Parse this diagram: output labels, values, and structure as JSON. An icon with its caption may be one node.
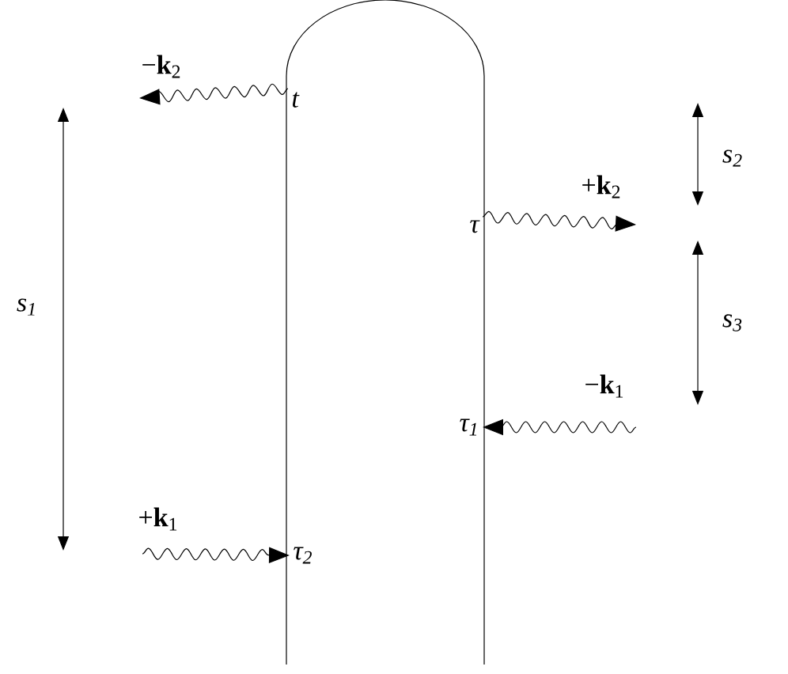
{
  "diagram": {
    "nodes": [
      {
        "text": [
          "t"
        ]
      },
      {
        "text": [
          "τ"
        ]
      },
      {
        "text": [
          "τ$_{1}$"
        ]
      },
      {
        "text": [
          "τ$_{2}$"
        ]
      }
    ],
    "edges": [
      {
        "from": 0,
        "to": null,
        "arrow": "to",
        "label": "−**k**$_{2}$"
      },
      {
        "from": 1,
        "to": null,
        "arrow": "to",
        "label": "+**k**$_{2}$"
      },
      {
        "from": null,
        "to": 2,
        "arrow": "to",
        "label": "−**k**$_{1}$"
      },
      {
        "from": null,
        "to": 3,
        "arrow": "to",
        "label": "+**k**$_{1}$"
      }
    ],
    "labels": [
      "s$_{1}$",
      "s$_{2}$",
      "s$_{3}$"
    ]
  }
}
